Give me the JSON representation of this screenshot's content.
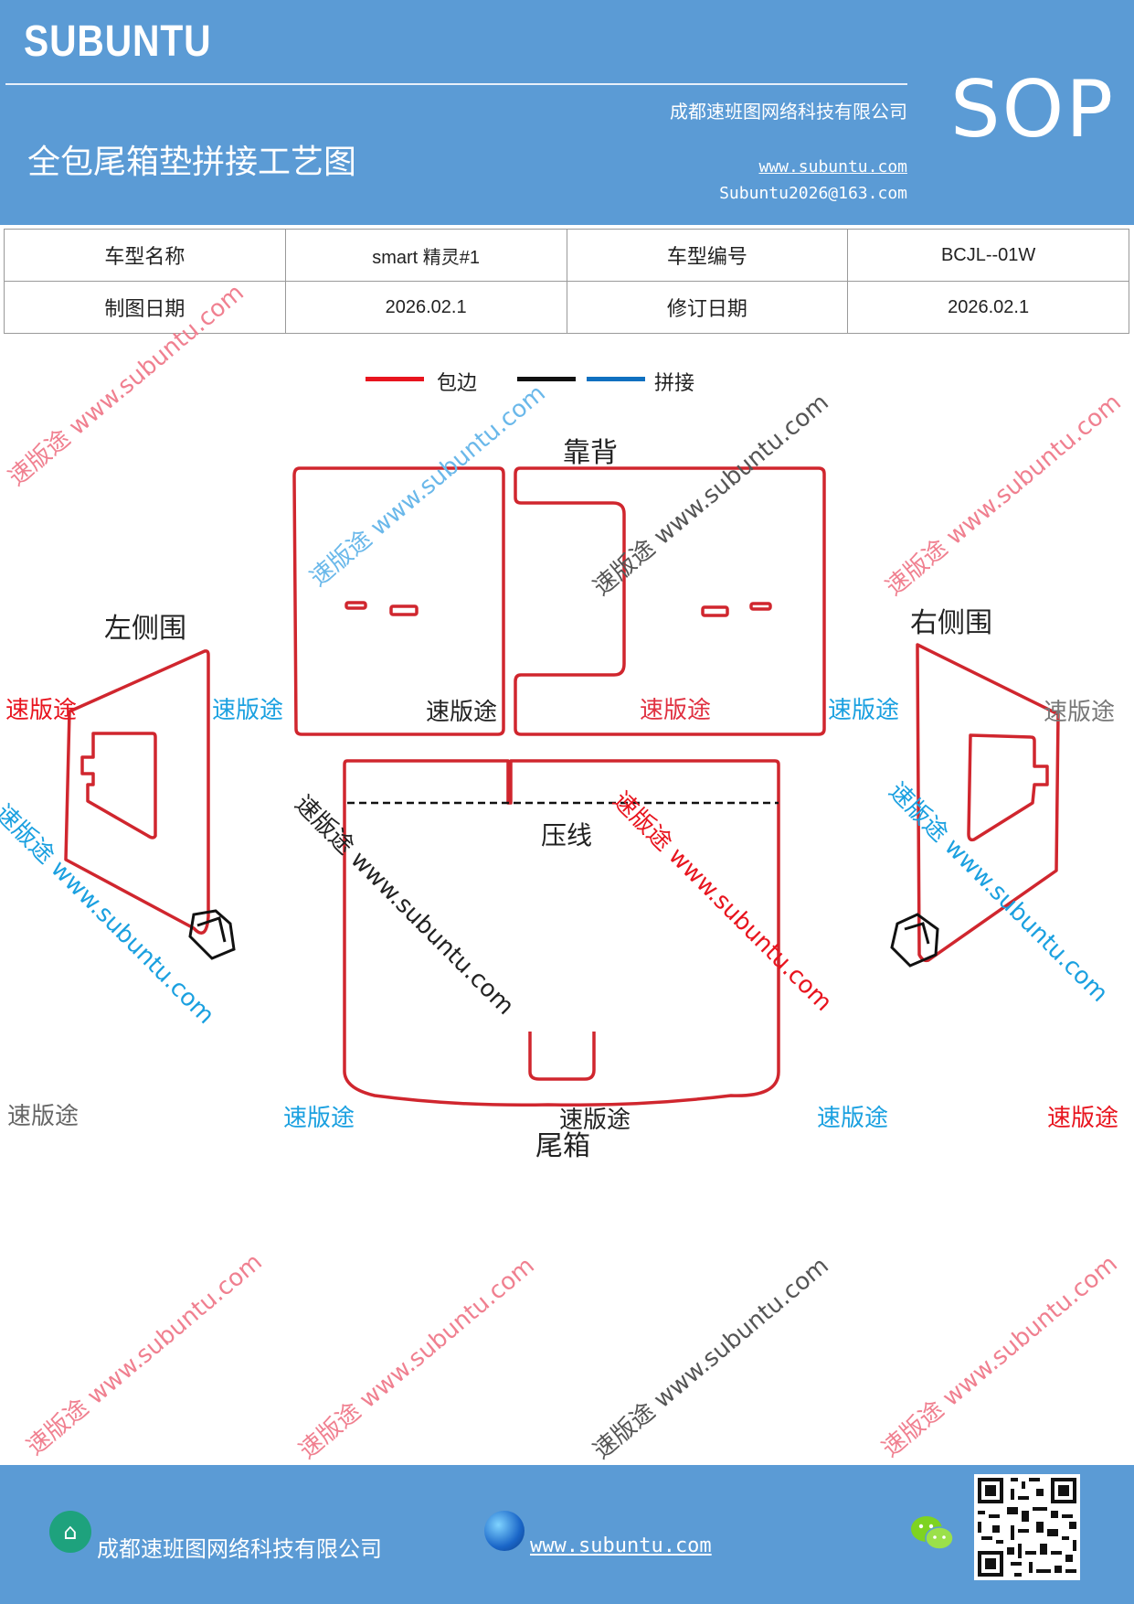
{
  "header": {
    "brand": "SUBUNTU",
    "doc_type": "SOP",
    "title": "全包尾箱垫拼接工艺图",
    "company": "成都速班图网络科技有限公司",
    "website": "www.subuntu.com",
    "email": "Subuntu2026@163.com"
  },
  "info_table": {
    "model_name_label": "车型名称",
    "model_name": "smart 精灵#1",
    "model_code_label": "车型编号",
    "model_code": "BCJL--01W",
    "draw_date_label": "制图日期",
    "draw_date": "2026.02.1",
    "revise_date_label": "修订日期",
    "revise_date": "2026.02.1"
  },
  "legend": {
    "items": [
      {
        "label": "包边",
        "color": "#e8141e"
      },
      {
        "label": "",
        "color": "#111111"
      },
      {
        "label": "拼接",
        "color": "#1070c0"
      }
    ]
  },
  "parts": {
    "backrest": "靠背",
    "left_side": "左侧围",
    "right_side": "右侧围",
    "crease": "压线",
    "trunk": "尾箱"
  },
  "watermarks": {
    "brand_cn": "速版途",
    "diagonal": "速版途 www.subuntu.com"
  },
  "colors": {
    "header_bg": "#5b9bd5",
    "outline_red": "#d0262e",
    "wm_red": "#e8141e",
    "wm_blue": "#1aa0e0",
    "wm_gray": "#777777"
  },
  "footer": {
    "company": "成都速班图网络科技有限公司",
    "website": "www.subuntu.com",
    "home_icon": "home-icon",
    "globe_icon": "globe-icon",
    "wechat_icon": "wechat-icon"
  }
}
